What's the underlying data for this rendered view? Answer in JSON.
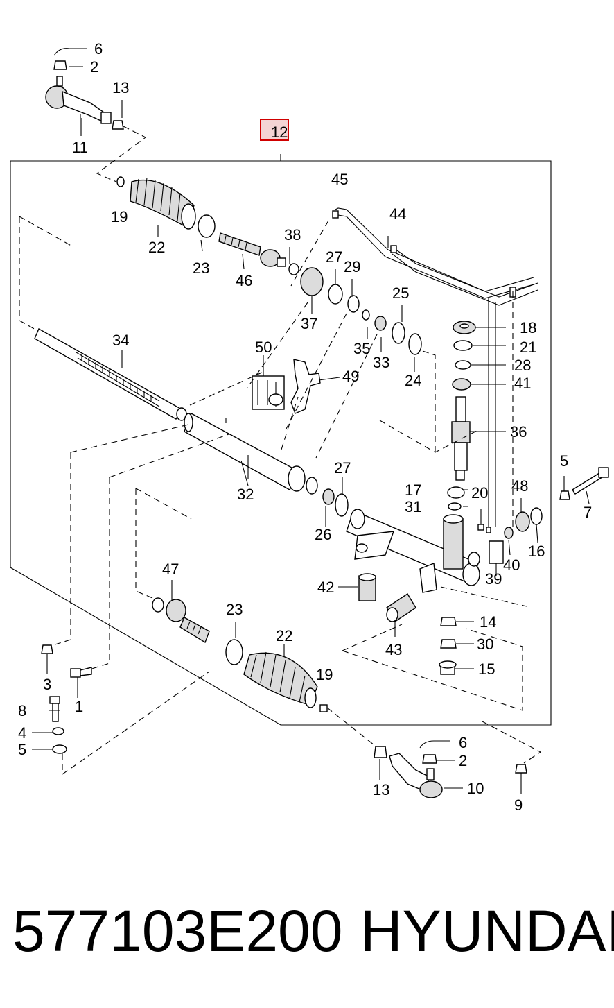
{
  "diagram": {
    "highlight_label": "12",
    "labels": [
      "6",
      "2",
      "13",
      "11",
      "19",
      "22",
      "23",
      "46",
      "38",
      "37",
      "27",
      "29",
      "45",
      "44",
      "35",
      "33",
      "25",
      "24",
      "18",
      "21",
      "28",
      "41",
      "36",
      "34",
      "50",
      "49",
      "32",
      "27",
      "26",
      "17",
      "31",
      "20",
      "48",
      "16",
      "40",
      "39",
      "5",
      "7",
      "47",
      "42",
      "43",
      "14",
      "30",
      "15",
      "23",
      "22",
      "19",
      "3",
      "1",
      "8",
      "4",
      "5",
      "13",
      "6",
      "2",
      "10",
      "9"
    ]
  },
  "caption": {
    "part_number": "577103E200",
    "brand": "HYUNDAI"
  }
}
